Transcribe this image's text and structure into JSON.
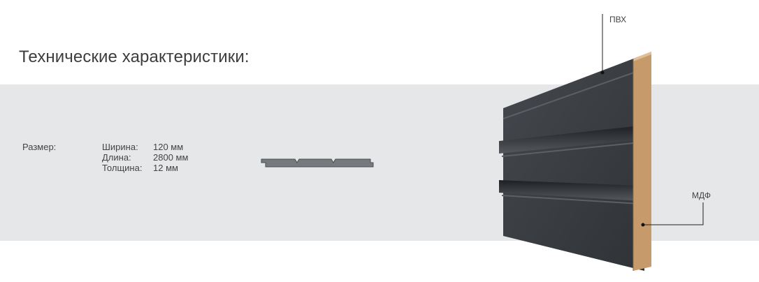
{
  "title": "Технические характеристики:",
  "specs": {
    "size_label": "Размер:",
    "width": {
      "name": "Ширина:",
      "value": "120 мм"
    },
    "length": {
      "name": "Длина:",
      "value": "2800 мм"
    },
    "thickness": {
      "name": "Толщина:",
      "value": "12 мм"
    }
  },
  "callouts": {
    "pvc": "ПВХ",
    "mdf": "МДФ"
  },
  "colors": {
    "band": "#e6e7e8",
    "panel_face": "#3b3f44",
    "mdf_core": "#c79a6c",
    "profile": "#777a7e"
  }
}
